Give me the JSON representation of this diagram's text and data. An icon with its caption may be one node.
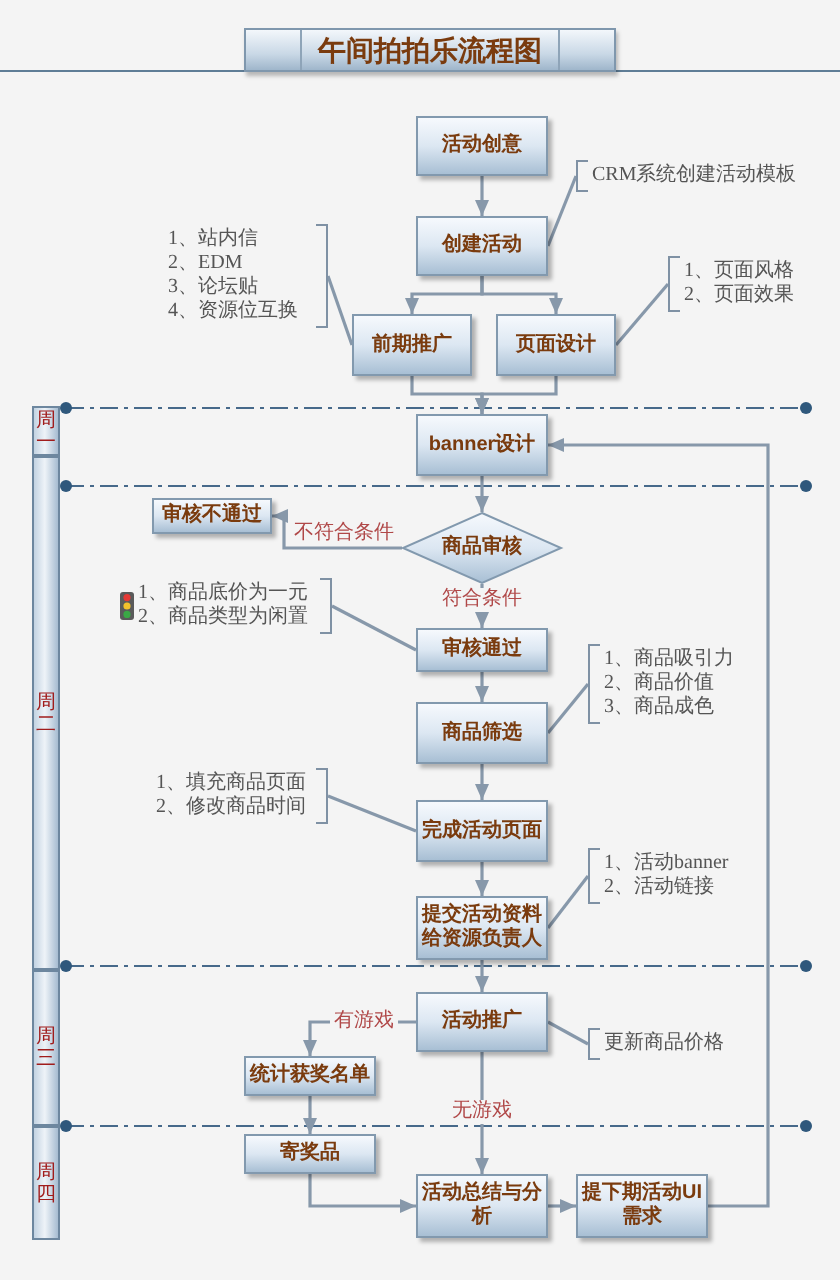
{
  "diagram": {
    "title": "午间拍拍乐流程图",
    "nodes": [
      {
        "text": [
          "活动创意"
        ]
      },
      {
        "text": [
          "CRM系统创建活动模板"
        ]
      },
      {
        "text": [
          "创建活动"
        ]
      },
      {
        "text": [
          "1、站内信",
          "2、EDM",
          "3、论坛贴",
          "4、资源位互换"
        ]
      },
      {
        "text": [
          "前期推广"
        ]
      },
      {
        "text": [
          "页面设计"
        ]
      },
      {
        "text": [
          "1、页面风格",
          "2、页面效果"
        ]
      },
      {
        "text": [
          "周一"
        ]
      },
      {
        "text": [
          "banner设计"
        ]
      },
      {
        "text": [
          "周二"
        ]
      },
      {
        "text": [
          "审核不通过"
        ]
      },
      {
        "text": [
          "商品审核"
        ]
      },
      {
        "text": [
          "1、商品底价为一元",
          "2、商品类型为闲置"
        ]
      },
      {
        "text": [
          "审核通过"
        ]
      },
      {
        "text": [
          "1、商品吸引力",
          "2、商品价值",
          "3、商品成色"
        ]
      },
      {
        "text": [
          "商品筛选"
        ]
      },
      {
        "text": [
          "1、填充商品页面",
          "2、修改商品时间"
        ]
      },
      {
        "text": [
          "完成活动页面"
        ]
      },
      {
        "text": [
          "1、活动banner",
          "2、活动链接"
        ]
      },
      {
        "text": [
          "提交活动资料给资源负责人"
        ]
      },
      {
        "text": [
          "周三"
        ]
      },
      {
        "text": [
          "活动推广"
        ]
      },
      {
        "text": [
          "更新商品价格"
        ]
      },
      {
        "text": [
          "统计获奖名单"
        ]
      },
      {
        "text": [
          "周四"
        ]
      },
      {
        "text": [
          "寄奖品"
        ]
      },
      {
        "text": [
          "活动总结与分析"
        ]
      },
      {
        "text": [
          "提下期活动UI需求"
        ]
      }
    ],
    "edges": [
      {
        "from": 0,
        "to": 2,
        "arrow": "to"
      },
      {
        "from": 2,
        "to": 4,
        "arrow": "to"
      },
      {
        "from": 2,
        "to": 5,
        "arrow": "to"
      },
      {
        "from": 4,
        "to": 8,
        "arrow": "to"
      },
      {
        "from": 5,
        "to": 8,
        "arrow": "to"
      },
      {
        "from": 8,
        "to": 11,
        "arrow": "to"
      },
      {
        "from": 11,
        "to": 10,
        "arrow": "to",
        "label": "不符合条件"
      },
      {
        "from": 11,
        "to": 13,
        "arrow": "to",
        "label": "符合条件"
      },
      {
        "from": 13,
        "to": 15,
        "arrow": "to"
      },
      {
        "from": 15,
        "to": 17,
        "arrow": "to"
      },
      {
        "from": 17,
        "to": 19,
        "arrow": "to"
      },
      {
        "from": 19,
        "to": 21,
        "arrow": "to"
      },
      {
        "from": 21,
        "to": 23,
        "arrow": "to",
        "label": "有游戏"
      },
      {
        "from": 23,
        "to": 25,
        "arrow": "to"
      },
      {
        "from": 25,
        "to": 26,
        "arrow": "to"
      },
      {
        "from": 21,
        "to": 26,
        "arrow": "to",
        "label": "无游戏"
      },
      {
        "from": 26,
        "to": 27,
        "arrow": "to"
      },
      {
        "from": 27,
        "to": 8,
        "arrow": "to"
      },
      {
        "from": 2,
        "to": 1,
        "arrow": "none"
      },
      {
        "from": 3,
        "to": 4,
        "arrow": "none"
      },
      {
        "from": 5,
        "to": 6,
        "arrow": "none"
      },
      {
        "from": 12,
        "to": 13,
        "arrow": "none"
      },
      {
        "from": 15,
        "to": 14,
        "arrow": "none"
      },
      {
        "from": 16,
        "to": 17,
        "arrow": "none"
      },
      {
        "from": 19,
        "to": 18,
        "arrow": "none"
      },
      {
        "from": 21,
        "to": 22,
        "arrow": "none"
      }
    ]
  }
}
